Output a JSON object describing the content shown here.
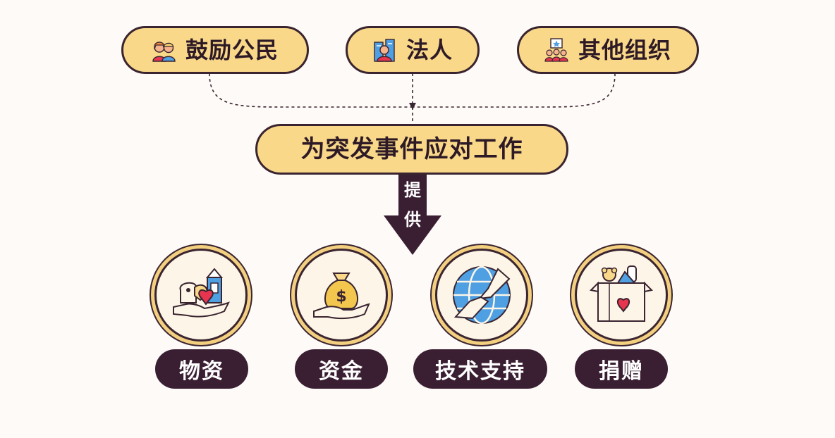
{
  "sources": [
    {
      "label": "鼓励公民",
      "icon": "citizens-icon"
    },
    {
      "label": "法人",
      "icon": "legal-person-icon"
    },
    {
      "label": "其他组织",
      "icon": "organization-icon"
    }
  ],
  "center": {
    "label": "为突发事件应对工作"
  },
  "arrow": {
    "label_top": "提",
    "label_bottom": "供"
  },
  "outputs": [
    {
      "label": "物资",
      "icon": "supplies-icon"
    },
    {
      "label": "资金",
      "icon": "money-bag-icon"
    },
    {
      "label": "技术支持",
      "icon": "global-handshake-icon"
    },
    {
      "label": "捐赠",
      "icon": "donation-box-icon"
    }
  ],
  "colors": {
    "background": "#fdfaf7",
    "pill_fill": "#f9d989",
    "outline": "#3a2430",
    "tag_fill": "#3a1f33",
    "accent_red": "#e8354f",
    "accent_blue": "#4f9fe3"
  }
}
